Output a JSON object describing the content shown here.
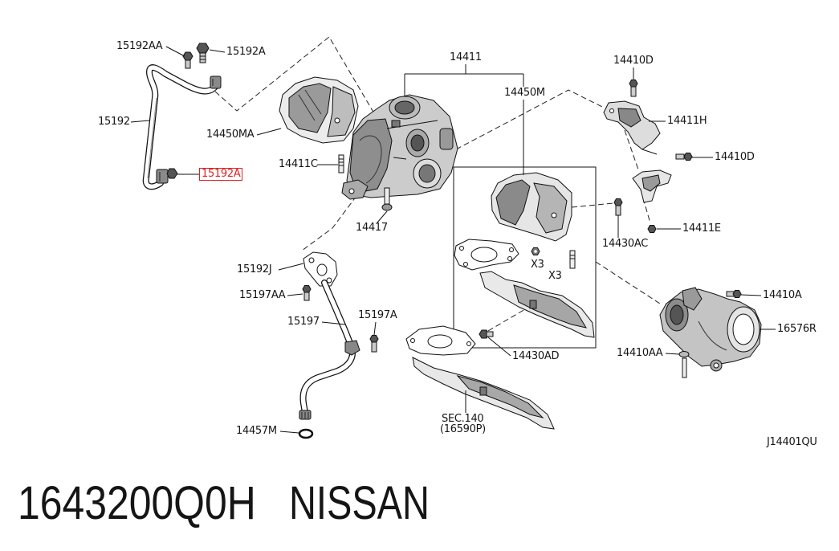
{
  "diagram": {
    "highlight_color": "#e02020",
    "callouts": [
      {
        "text": "15192AA"
      },
      {
        "text": "15192A"
      },
      {
        "text": "15192"
      },
      {
        "text": "14450MA"
      },
      {
        "text": "14411C"
      },
      {
        "text": "15192A",
        "highlighted": true
      },
      {
        "text": "14411"
      },
      {
        "text": "14450M"
      },
      {
        "text": "14410D"
      },
      {
        "text": "14411H"
      },
      {
        "text": "14410D"
      },
      {
        "text": "14417"
      },
      {
        "text": "14430AC"
      },
      {
        "text": "14411E"
      },
      {
        "text": "X3"
      },
      {
        "text": "X3"
      },
      {
        "text": "15192J"
      },
      {
        "text": "15197AA"
      },
      {
        "text": "15197A"
      },
      {
        "text": "15197"
      },
      {
        "text": "14410A"
      },
      {
        "text": "16576R"
      },
      {
        "text": "14410AA"
      },
      {
        "text": "14430AD"
      },
      {
        "text": "SEC.140"
      },
      {
        "text": "(16590P)"
      },
      {
        "text": "14457M"
      }
    ],
    "diagram_code": "J14401QU"
  },
  "footer": {
    "part_number": "1643200Q0H",
    "brand": "NISSAN"
  }
}
